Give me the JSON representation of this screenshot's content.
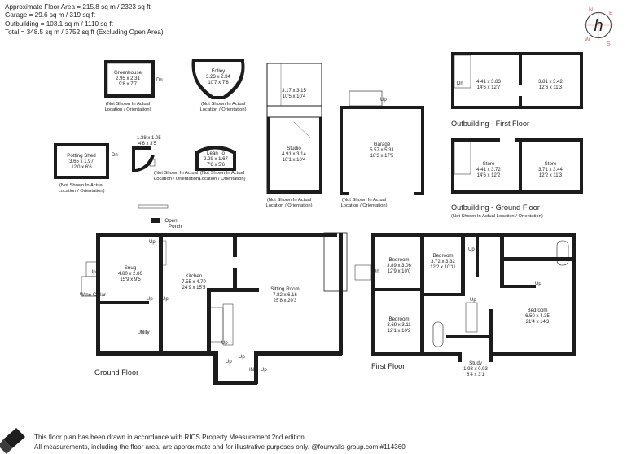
{
  "header": {
    "line1": "Approximate Floor Area = 215.8 sq m / 2323 sq ft",
    "line2": "Garage = 29.6 sq m / 319 sq ft",
    "line3": "Outbuilding = 103.1 sq m / 1110 sq ft",
    "line4": "Total = 348.5 sq m / 3752 sq ft (Excluding Open Area)"
  },
  "compass": {
    "n": "N",
    "e": "E",
    "w": "W",
    "s": "S",
    "logo_letter": "h"
  },
  "note": {
    "line1": "(Not Shown In Actual",
    "line2": "Location / Orientation)"
  },
  "note_ground": "(Not Shown In Actual Location / Orientation)",
  "rooms": {
    "greenhouse": {
      "name": "Greenhouse",
      "m": "2.95 x 2.31",
      "ft": "9'8 x 7'7"
    },
    "folley": {
      "name": "Folley",
      "m": "3.23 x 2.34",
      "ft": "10'7 x 7'8"
    },
    "studio_upper": {
      "m": "3.17 x 3.15",
      "ft": "10'5 x 10'4"
    },
    "studio": {
      "name": "Studio",
      "m": "4.91 x 3.14",
      "ft": "16'1 x 10'4"
    },
    "garage": {
      "name": "Garage",
      "m": "5.57 x 5.31",
      "ft": "18'3 x 17'5"
    },
    "potting_shed": {
      "name": "Potting Shed",
      "m": "3.65 x 1.97",
      "ft": "12'0 x 6'6"
    },
    "small_store": {
      "m": "1.38 x 1.05",
      "ft": "4'6 x 3'5"
    },
    "lean_to": {
      "name": "Lean To",
      "m": "2.29 x 1.67",
      "ft": "7'6 x 5'6"
    },
    "out_first_left": {
      "m": "4.41 x 3.83",
      "ft": "14'6 x 12'7"
    },
    "out_first_right": {
      "m": "3.81 x 3.42",
      "ft": "12'6 x 11'3"
    },
    "store_left": {
      "name": "Store",
      "m": "4.41 x 3.72",
      "ft": "14'6 x 12'2"
    },
    "store_right": {
      "name": "Store",
      "m": "3.71 x 3.44",
      "ft": "12'2 x 11'3"
    },
    "snug": {
      "name": "Snug",
      "m": "4.80 x 2.86",
      "ft": "15'9 x 9'5"
    },
    "kitchen": {
      "name": "Kitchen",
      "m": "7.55 x 4.70",
      "ft": "24'9 x 15'5"
    },
    "sitting": {
      "name": "Sitting Room",
      "m": "7.82 x 6.16",
      "ft": "25'8 x 20'3"
    },
    "wine": {
      "name": "Wine Cellar"
    },
    "utility": {
      "name": "Utility"
    },
    "porch": {
      "l1": "Open",
      "l2": "Porch"
    },
    "bed1": {
      "name": "Bedroom",
      "m": "3.89 x 3.06",
      "ft": "12'9 x 10'0"
    },
    "bed2": {
      "name": "Bedroom",
      "m": "3.72 x 3.32",
      "ft": "12'2 x 10'11"
    },
    "bed3": {
      "name": "Bedroom",
      "m": "3.69 x 3.11",
      "ft": "12'1 x 10'2"
    },
    "bed4": {
      "name": "Bedroom",
      "m": "6.50 x 4.35",
      "ft": "21'4 x 14'3"
    },
    "study": {
      "name": "Study",
      "m": "1.93 x 0.93",
      "ft": "6'4 x 3'1"
    }
  },
  "labels": {
    "up": "Up",
    "dn": "Dn",
    "in": "IN",
    "outbuilding_first": "Outbuilding - First Floor",
    "outbuilding_ground": "Outbuilding - Ground Floor",
    "ground_floor": "Ground Floor",
    "first_floor": "First Floor"
  },
  "footer": {
    "line1": "This floor plan has been drawn in accordance with RICS Property Measurement 2nd edition.",
    "line2": "All measurements, including the floor area, are approximate and for illustrative purposes only. @fourwalls-group.com #114360"
  }
}
